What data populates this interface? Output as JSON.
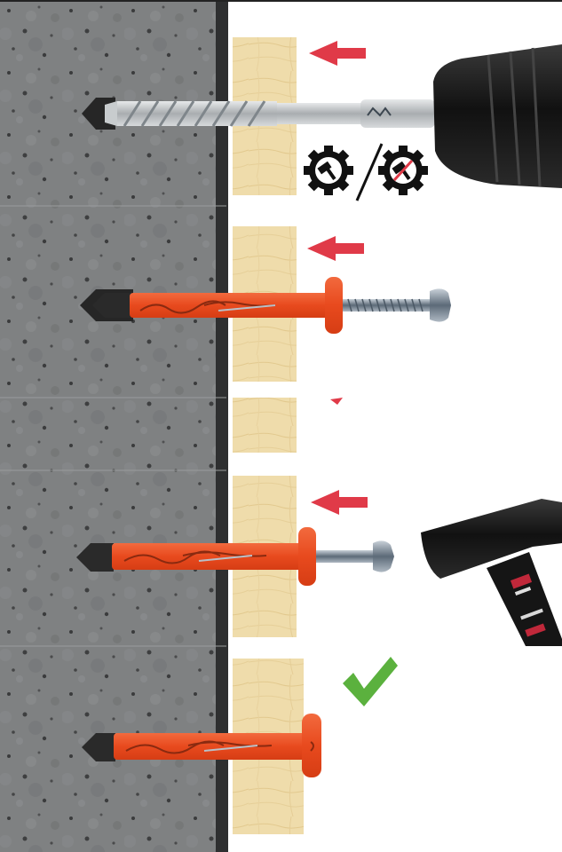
{
  "panels": [
    {
      "step": "drill",
      "tool": "hammer-drill",
      "drill_mode_icons": [
        "hammer-drill-mode-icon",
        "no-hammer-drill-mode-icon"
      ],
      "arrow": "red-left-arrow"
    },
    {
      "step": "insert-anchor",
      "arrow": "red-left-arrow"
    },
    {
      "step": "hammer-in",
      "tool": "hammer",
      "arrow": "red-left-arrow"
    },
    {
      "step": "done",
      "status_icon": "green-check-icon"
    }
  ],
  "colors": {
    "concrete": "#7d7f80",
    "wood": "#ecd9a6",
    "anchor": "#ea5024",
    "arrow": "#e03a48",
    "check": "#5bb13e",
    "tool_body": "#1a1a1a"
  }
}
